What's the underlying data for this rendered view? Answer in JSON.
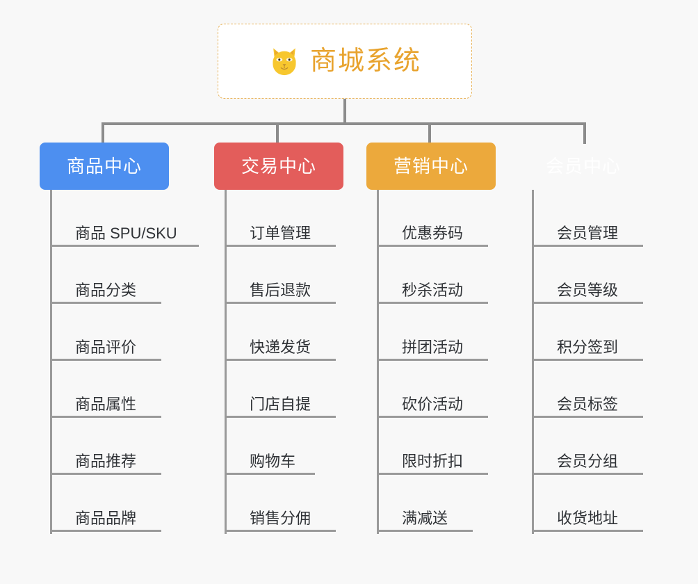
{
  "diagram": {
    "title": "商城系统",
    "root": {
      "label": "商城系统",
      "icon": "shiba-dog-face-icon",
      "text_color": "#e8a32e",
      "border_color": "#e8b45c",
      "background": "#ffffff"
    },
    "background_color": "#f8f8f8",
    "connector_color": "#8c8c8c",
    "leaf_text_color": "#2f3236",
    "leaf_rule_color": "#9a9a9a",
    "branches": [
      {
        "label": "商品中心",
        "color": "#4d8ff0",
        "items": [
          "商品 SPU/SKU",
          "商品分类",
          "商品评价",
          "商品属性",
          "商品推荐",
          "商品品牌"
        ]
      },
      {
        "label": "交易中心",
        "color": "#e35d5b",
        "items": [
          "订单管理",
          "售后退款",
          "快递发货",
          "门店自提",
          "购物车",
          "销售分佣"
        ]
      },
      {
        "label": "营销中心",
        "color": "#eca93c",
        "items": [
          "优惠券码",
          "秒杀活动",
          "拼团活动",
          "砍价活动",
          "限时折扣",
          "满减送"
        ]
      },
      {
        "label": "会员中心",
        "color": "#79c council",
        "items": [
          "会员管理",
          "会员等级",
          "积分签到",
          "会员标签",
          "会员分组",
          "收货地址"
        ]
      }
    ]
  }
}
